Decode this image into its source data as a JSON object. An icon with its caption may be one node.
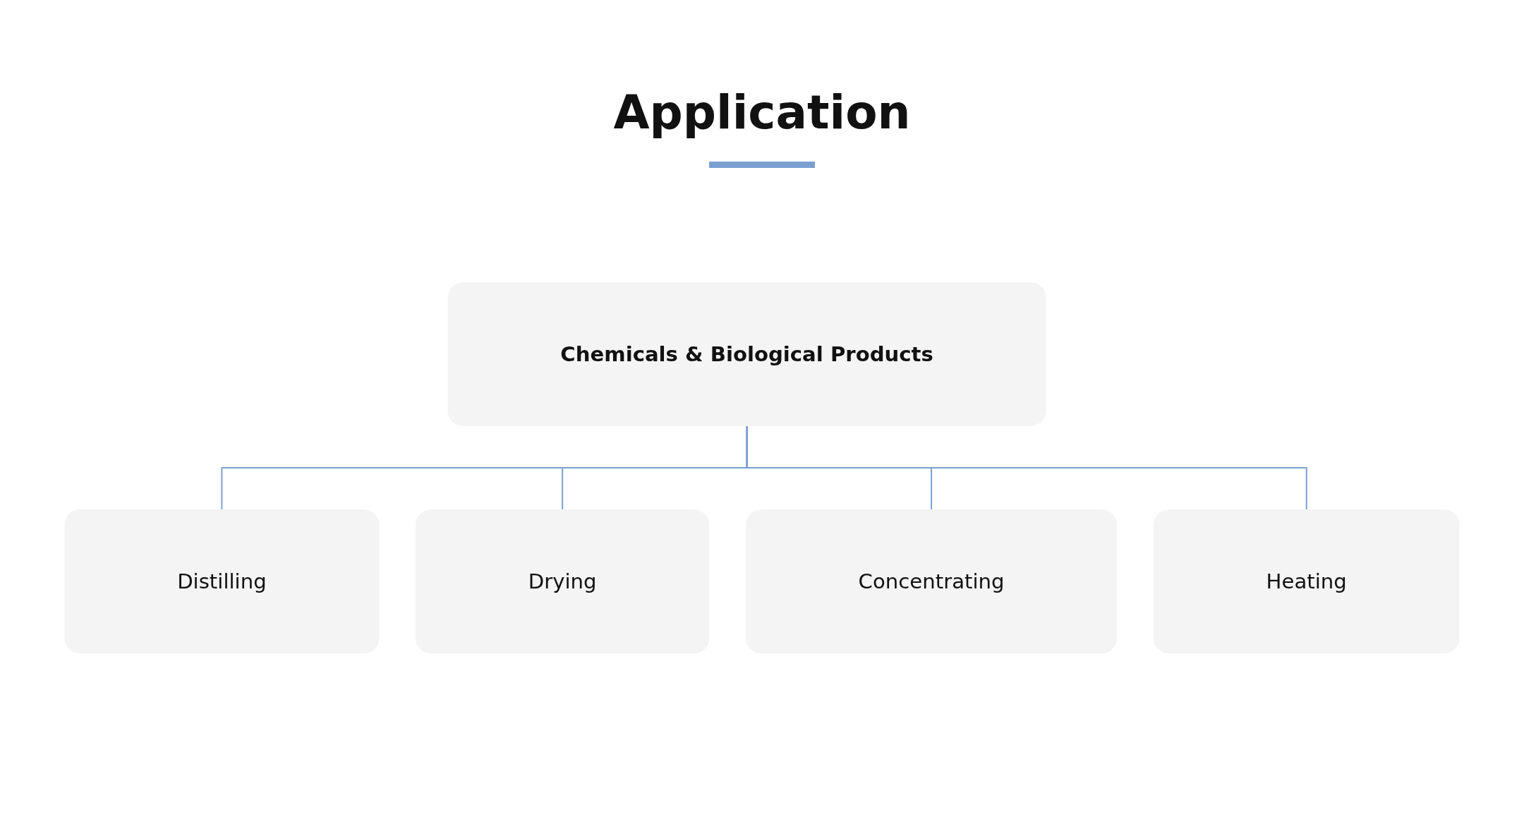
{
  "diagram": {
    "title": "Application",
    "nodes": [
      {
        "text": [
          "Chemicals & Biological Products"
        ]
      },
      {
        "text": [
          "Distilling"
        ]
      },
      {
        "text": [
          "Drying"
        ]
      },
      {
        "text": [
          "Concentrating"
        ]
      },
      {
        "text": [
          "Heating"
        ]
      }
    ],
    "edges": [
      {
        "from": 0,
        "to": 1,
        "arrow": "none"
      },
      {
        "from": 0,
        "to": 2,
        "arrow": "none"
      },
      {
        "from": 0,
        "to": 3,
        "arrow": "none"
      },
      {
        "from": 0,
        "to": 4,
        "arrow": "none"
      }
    ]
  }
}
